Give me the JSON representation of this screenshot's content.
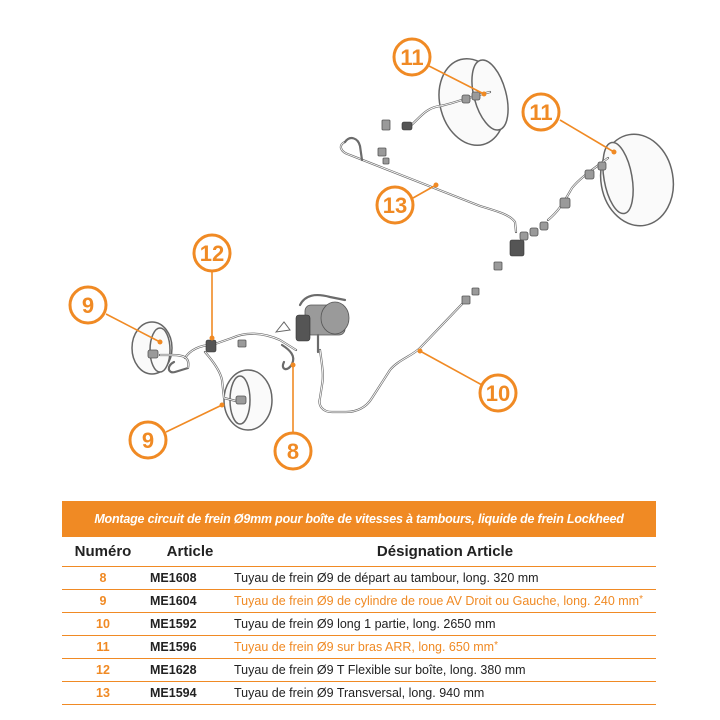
{
  "diagram": {
    "callouts": [
      {
        "id": "c11a",
        "label": "11"
      },
      {
        "id": "c11b",
        "label": "11"
      },
      {
        "id": "c13",
        "label": "13"
      },
      {
        "id": "c12",
        "label": "12"
      },
      {
        "id": "c9a",
        "label": "9"
      },
      {
        "id": "c9b",
        "label": "9"
      },
      {
        "id": "c10",
        "label": "10"
      },
      {
        "id": "c8",
        "label": "8"
      }
    ]
  },
  "table": {
    "title": "Montage circuit de frein Ø9mm pour boîte de vitesses à tambours, liquide de frein Lockheed",
    "headers": {
      "numero": "Numéro",
      "article": "Article",
      "designation": "Désignation Article"
    },
    "rows": [
      {
        "numero": "8",
        "article": "ME1608",
        "designation": "Tuyau de frein Ø9 de départ au tambour, long. 320 mm",
        "highlight": false,
        "mark": ""
      },
      {
        "numero": "9",
        "article": "ME1604",
        "designation": "Tuyau de frein Ø9 de cylindre de roue AV Droit ou Gauche, long. 240 mm",
        "highlight": true,
        "mark": "*"
      },
      {
        "numero": "10",
        "article": "ME1592",
        "designation": "Tuyau de frein Ø9 long 1 partie, long. 2650 mm",
        "highlight": false,
        "mark": ""
      },
      {
        "numero": "11",
        "article": "ME1596",
        "designation": "Tuyau de frein Ø9 sur bras ARR, long. 650 mm",
        "highlight": true,
        "mark": "*"
      },
      {
        "numero": "12",
        "article": "ME1628",
        "designation": "Tuyau de frein Ø9 T Flexible sur boîte, long. 380 mm",
        "highlight": false,
        "mark": ""
      },
      {
        "numero": "13",
        "article": "ME1594",
        "designation": "Tuyau de frein Ø9 Transversal, long. 940 mm",
        "highlight": false,
        "mark": ""
      }
    ]
  },
  "colors": {
    "accent": "#f08a24",
    "pipe": "#6b6b6b",
    "text": "#222222"
  }
}
